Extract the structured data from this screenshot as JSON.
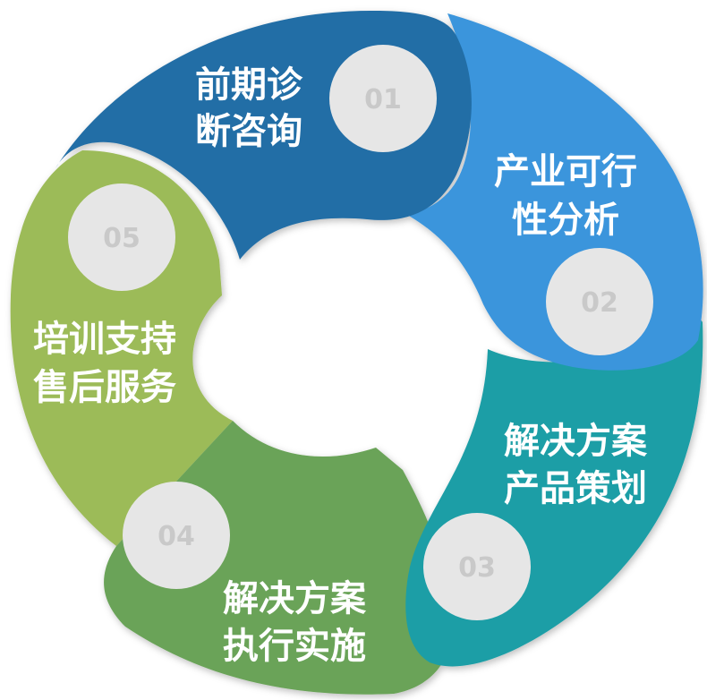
{
  "steps": [
    {
      "number": "01",
      "line1": "前期诊",
      "line2": "断咨询",
      "color": "#236ea6"
    },
    {
      "number": "02",
      "line1": "产业可行",
      "line2": "性分析",
      "color": "#3b95dc"
    },
    {
      "number": "03",
      "line1": "解决方案",
      "line2": "产品策划",
      "color": "#1c9ea6"
    },
    {
      "number": "04",
      "line1": "解决方案",
      "line2": "执行实施",
      "color": "#6ba359"
    },
    {
      "number": "05",
      "line1": "培训支持",
      "line2": "售后服务",
      "color": "#9cbb59"
    }
  ],
  "colors": {
    "circle": "#e6e6e6",
    "circle_text": "#c9c9c9",
    "label_text": "#ffffff"
  }
}
